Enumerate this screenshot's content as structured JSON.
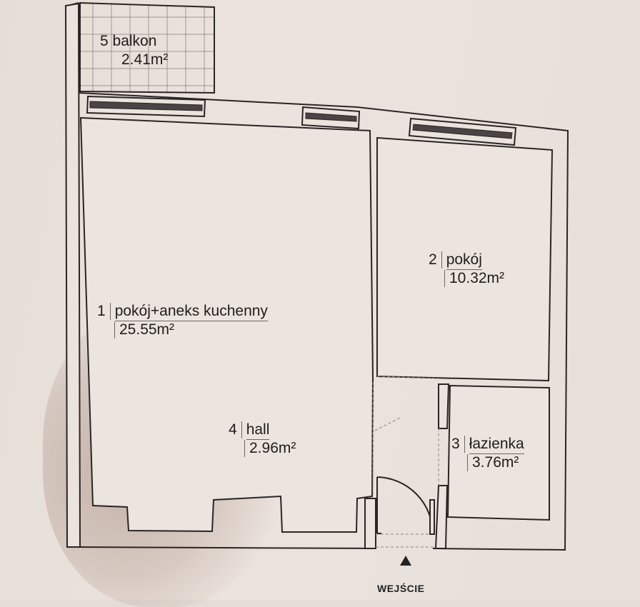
{
  "rooms": [
    {
      "number": "1",
      "name": "pokój+aneks kuchenny",
      "area": "25.55m²"
    },
    {
      "number": "2",
      "name": "pokój",
      "area": "10.32m²"
    },
    {
      "number": "3",
      "name": "łazienka",
      "area": "3.76m²"
    },
    {
      "number": "4",
      "name": "hall",
      "area": "2.96m²"
    },
    {
      "number": "5",
      "name": "balkon",
      "area": "2.41m²"
    }
  ],
  "entrance": {
    "label": "WEJŚCIE"
  },
  "colors": {
    "wall": "#2a2525",
    "wall_fill": "#ebe4de",
    "room_fill": "#ece5df"
  }
}
